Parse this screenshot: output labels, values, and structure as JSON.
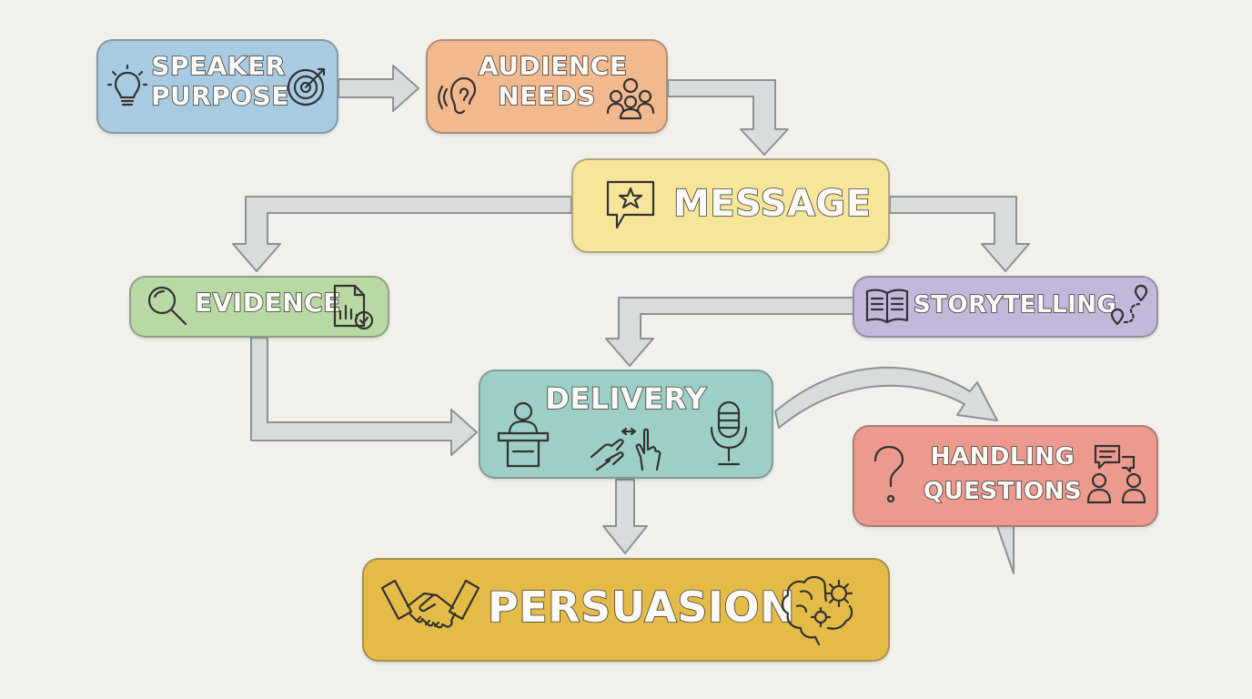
{
  "diagram": {
    "nodes": {
      "speaker_purpose": {
        "line1": "SPEAKER",
        "line2": "PURPOSE",
        "color": "#a9cbe2",
        "icons": [
          "lightbulb-icon",
          "target-icon"
        ]
      },
      "audience_needs": {
        "line1": "AUDIENCE",
        "line2": "NEEDS",
        "color": "#f2b98e",
        "icons": [
          "ear-icon",
          "people-group-icon"
        ]
      },
      "message": {
        "label": "MESSAGE",
        "color": "#f7e59a",
        "icons": [
          "speech-bubble-star-icon"
        ]
      },
      "evidence": {
        "label": "EVIDENCE",
        "color": "#b9d9a4",
        "icons": [
          "magnifier-icon",
          "chart-document-icon"
        ]
      },
      "storytelling": {
        "label": "STORYTELLING",
        "color": "#c3b8dc",
        "icons": [
          "open-book-icon",
          "route-pin-icon"
        ]
      },
      "delivery": {
        "label": "DELIVERY",
        "color": "#9dcfc6",
        "icons": [
          "podium-speaker-icon",
          "hand-gesture-icon",
          "microphone-icon"
        ]
      },
      "handling_questions": {
        "line1": "HANDLING",
        "line2": "QUESTIONS",
        "color": "#ec9a8e",
        "icons": [
          "question-mark-icon",
          "chat-people-icon"
        ]
      },
      "persuasion": {
        "label": "PERSUASION",
        "color": "#e5bb48",
        "icons": [
          "handshake-icon",
          "brain-gears-icon"
        ]
      }
    },
    "connector_color": "#d7dadb"
  }
}
